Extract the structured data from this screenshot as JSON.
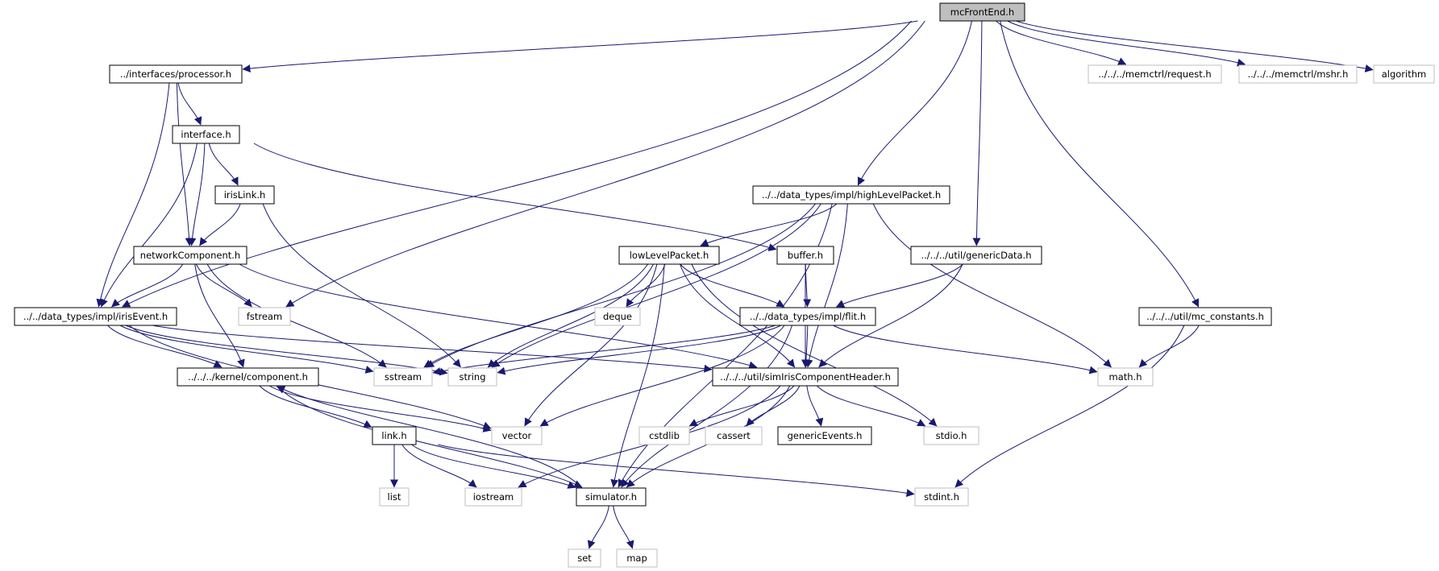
{
  "graph": {
    "colors": {
      "edge": "#191970",
      "border_defined": "#000000",
      "border_external": "#bfbfbf",
      "root_fill": "#bfbfbf",
      "fill": "#ffffff"
    },
    "nodes": [
      {
        "id": "mcFrontEnd",
        "label": "mcFrontEnd.h",
        "kind": "root"
      },
      {
        "id": "processor",
        "label": "../interfaces/processor.h",
        "kind": "defined"
      },
      {
        "id": "request",
        "label": "../../../memctrl/request.h",
        "kind": "external"
      },
      {
        "id": "mshr",
        "label": "../../../memctrl/mshr.h",
        "kind": "external"
      },
      {
        "id": "algorithm",
        "label": "algorithm",
        "kind": "external"
      },
      {
        "id": "interface",
        "label": "interface.h",
        "kind": "defined"
      },
      {
        "id": "irisLink",
        "label": "irisLink.h",
        "kind": "defined"
      },
      {
        "id": "highLevelPacket",
        "label": "../../data_types/impl/highLevelPacket.h",
        "kind": "defined"
      },
      {
        "id": "networkComponent",
        "label": "networkComponent.h",
        "kind": "defined"
      },
      {
        "id": "lowLevelPacket",
        "label": "lowLevelPacket.h",
        "kind": "defined"
      },
      {
        "id": "buffer",
        "label": "buffer.h",
        "kind": "defined"
      },
      {
        "id": "genericData",
        "label": "../../../util/genericData.h",
        "kind": "defined"
      },
      {
        "id": "irisEvent",
        "label": "../../data_types/impl/irisEvent.h",
        "kind": "defined"
      },
      {
        "id": "fstream",
        "label": "fstream",
        "kind": "external"
      },
      {
        "id": "deque",
        "label": "deque",
        "kind": "external"
      },
      {
        "id": "flit",
        "label": "../../data_types/impl/flit.h",
        "kind": "defined"
      },
      {
        "id": "mc_constants",
        "label": "../../../util/mc_constants.h",
        "kind": "defined"
      },
      {
        "id": "component",
        "label": "../../../kernel/component.h",
        "kind": "defined"
      },
      {
        "id": "sstream",
        "label": "sstream",
        "kind": "external"
      },
      {
        "id": "string",
        "label": "string",
        "kind": "external"
      },
      {
        "id": "simIris",
        "label": "../../../util/simIrisComponentHeader.h",
        "kind": "defined"
      },
      {
        "id": "math",
        "label": "math.h",
        "kind": "external"
      },
      {
        "id": "vector",
        "label": "vector",
        "kind": "external"
      },
      {
        "id": "cstdlib",
        "label": "cstdlib",
        "kind": "external"
      },
      {
        "id": "cassert",
        "label": "cassert",
        "kind": "external"
      },
      {
        "id": "genericEvents",
        "label": "genericEvents.h",
        "kind": "defined"
      },
      {
        "id": "stdio",
        "label": "stdio.h",
        "kind": "external"
      },
      {
        "id": "link",
        "label": "link.h",
        "kind": "defined"
      },
      {
        "id": "list",
        "label": "list",
        "kind": "external"
      },
      {
        "id": "iostream",
        "label": "iostream",
        "kind": "external"
      },
      {
        "id": "simulator",
        "label": "simulator.h",
        "kind": "defined"
      },
      {
        "id": "stdint",
        "label": "stdint.h",
        "kind": "external"
      },
      {
        "id": "set",
        "label": "set",
        "kind": "external"
      },
      {
        "id": "map",
        "label": "map",
        "kind": "external"
      }
    ],
    "edges": [
      [
        "mcFrontEnd",
        "processor"
      ],
      [
        "mcFrontEnd",
        "request"
      ],
      [
        "mcFrontEnd",
        "mshr"
      ],
      [
        "mcFrontEnd",
        "algorithm"
      ],
      [
        "mcFrontEnd",
        "irisEvent"
      ],
      [
        "mcFrontEnd",
        "fstream"
      ],
      [
        "mcFrontEnd",
        "highLevelPacket"
      ],
      [
        "mcFrontEnd",
        "genericData"
      ],
      [
        "mcFrontEnd",
        "mc_constants"
      ],
      [
        "processor",
        "interface"
      ],
      [
        "processor",
        "networkComponent"
      ],
      [
        "processor",
        "irisEvent"
      ],
      [
        "interface",
        "irisLink"
      ],
      [
        "interface",
        "networkComponent"
      ],
      [
        "interface",
        "irisEvent"
      ],
      [
        "interface",
        "buffer"
      ],
      [
        "irisLink",
        "networkComponent"
      ],
      [
        "irisLink",
        "string"
      ],
      [
        "networkComponent",
        "irisEvent"
      ],
      [
        "networkComponent",
        "fstream"
      ],
      [
        "networkComponent",
        "sstream"
      ],
      [
        "networkComponent",
        "simIris"
      ],
      [
        "networkComponent",
        "component"
      ],
      [
        "highLevelPacket",
        "lowLevelPacket"
      ],
      [
        "highLevelPacket",
        "sstream"
      ],
      [
        "highLevelPacket",
        "string"
      ],
      [
        "highLevelPacket",
        "math"
      ],
      [
        "highLevelPacket",
        "simIris"
      ],
      [
        "highLevelPacket",
        "simulator"
      ],
      [
        "lowLevelPacket",
        "deque"
      ],
      [
        "lowLevelPacket",
        "flit"
      ],
      [
        "lowLevelPacket",
        "sstream"
      ],
      [
        "lowLevelPacket",
        "string"
      ],
      [
        "lowLevelPacket",
        "vector"
      ],
      [
        "lowLevelPacket",
        "simIris"
      ],
      [
        "lowLevelPacket",
        "simulator"
      ],
      [
        "lowLevelPacket",
        "stdio"
      ],
      [
        "buffer",
        "flit"
      ],
      [
        "buffer",
        "simIris"
      ],
      [
        "genericData",
        "flit"
      ],
      [
        "genericData",
        "simIris"
      ],
      [
        "irisEvent",
        "component"
      ],
      [
        "irisEvent",
        "sstream"
      ],
      [
        "irisEvent",
        "string"
      ],
      [
        "irisEvent",
        "simIris"
      ],
      [
        "irisEvent",
        "vector"
      ],
      [
        "flit",
        "simIris"
      ],
      [
        "flit",
        "sstream"
      ],
      [
        "flit",
        "string"
      ],
      [
        "flit",
        "vector"
      ],
      [
        "flit",
        "math"
      ],
      [
        "flit",
        "simulator"
      ],
      [
        "mc_constants",
        "math"
      ],
      [
        "mc_constants",
        "stdint"
      ],
      [
        "component",
        "link"
      ],
      [
        "component",
        "vector"
      ],
      [
        "component",
        "simulator"
      ],
      [
        "simIris",
        "cstdlib"
      ],
      [
        "simIris",
        "cassert"
      ],
      [
        "simIris",
        "genericEvents"
      ],
      [
        "simIris",
        "stdio"
      ],
      [
        "simIris",
        "iostream"
      ],
      [
        "simIris",
        "simulator"
      ],
      [
        "link",
        "list"
      ],
      [
        "link",
        "iostream"
      ],
      [
        "link",
        "simulator"
      ],
      [
        "link",
        "stdint"
      ],
      [
        "simulator",
        "component"
      ],
      [
        "simulator",
        "set"
      ],
      [
        "simulator",
        "map"
      ]
    ]
  }
}
